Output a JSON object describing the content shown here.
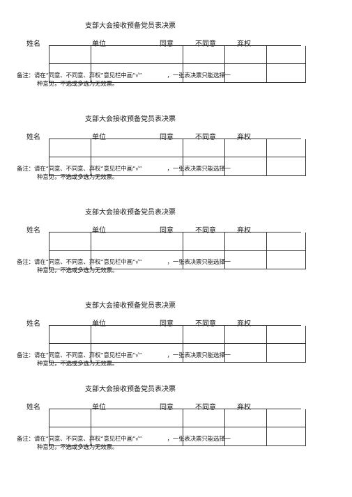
{
  "ballots": [
    {
      "title": "支部大会接收预备党员表决票",
      "headers": {
        "name": "姓名",
        "unit": "单位",
        "agree": "同意",
        "disagree": "不同意",
        "abstain": "弃权"
      },
      "note_part1": "备注：请在“同意、不同意、弃权”意见栏中画“√”",
      "note_part2": "，一张表决票只能选择一",
      "note_line2": "种意见，不选或多选为无效票。"
    },
    {
      "title": "支部大会接收预备党员表决票",
      "headers": {
        "name": "姓名",
        "unit": "单位",
        "agree": "同意",
        "disagree": "不同意",
        "abstain": "弃权"
      },
      "note_part1": "备注：请在“同意、不同意、弃权”意见栏中画“√”",
      "note_part2": "，一张表决票只能选择一",
      "note_line2": "种意见，不选或多选为无效票。"
    },
    {
      "title": "支部大会接收预备党员表决票",
      "headers": {
        "name": "姓名",
        "unit": "单位",
        "agree": "同意",
        "disagree": "不同意",
        "abstain": "弃权"
      },
      "note_part1": "备注：请在“同意、不同意、弃权”意见栏中画“√”",
      "note_part2": "，一张表决票只能选择一",
      "note_line2": "种意见，不选或多选为无效票。"
    },
    {
      "title": "支部大会接收预备党员表决票",
      "headers": {
        "name": "姓名",
        "unit": "单位",
        "agree": "同意",
        "disagree": "不同意",
        "abstain": "弃权"
      },
      "note_part1": "备注：请在“同意、不同意、弃权”意见栏中画“√”",
      "note_part2": "，一张表决票只能选择一",
      "note_line2": "种意见，不选或多选为无效票。"
    },
    {
      "title": "支部大会接收预备党员表决票",
      "headers": {
        "name": "姓名",
        "unit": "单位",
        "agree": "同意",
        "disagree": "不同意",
        "abstain": "弃权"
      },
      "note_part1": "备注：请在“同意、不同意、弃权”意见栏中画“√”",
      "note_part2": "，一张表决票只能选择一",
      "note_line2": "种意见，不选或多选为无效票。"
    }
  ]
}
